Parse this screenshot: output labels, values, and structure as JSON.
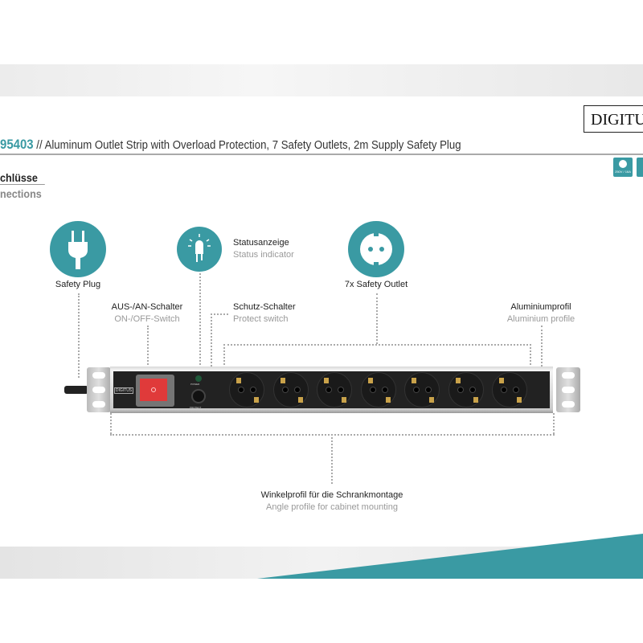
{
  "header": {
    "brand": "DIGITUS",
    "product_number": "95403",
    "separator": "//",
    "title": "Aluminum Outlet Strip with Overload Protection, 7 Safety Outlets, 2m Supply Safety Plug",
    "badge_text": "250V / 16A"
  },
  "section": {
    "title_de": "chlüsse",
    "title_en": "nections"
  },
  "callouts": {
    "safety_plug": "Safety Plug",
    "status_de": "Statusanzeige",
    "status_en": "Status indicator",
    "outlets": "7x Safety Outlet",
    "switch_de": "AUS-/AN-Schalter",
    "switch_en": "ON-/OFF-Switch",
    "protect_de": "Schutz-Schalter",
    "protect_en": "Protect switch",
    "profile_de": "Aluminiumprofil",
    "profile_en": "Aluminium profile",
    "angle_de": "Winkelprofil für die Schrankmontage",
    "angle_en": "Angle profile for cabinet mounting"
  },
  "device": {
    "logo": "DIGITUS",
    "power_label": "POWER",
    "protect_label": "PROTECT",
    "outlet_count": 7
  },
  "colors": {
    "accent": "#3a9aa3",
    "switch": "#e03a3a"
  }
}
